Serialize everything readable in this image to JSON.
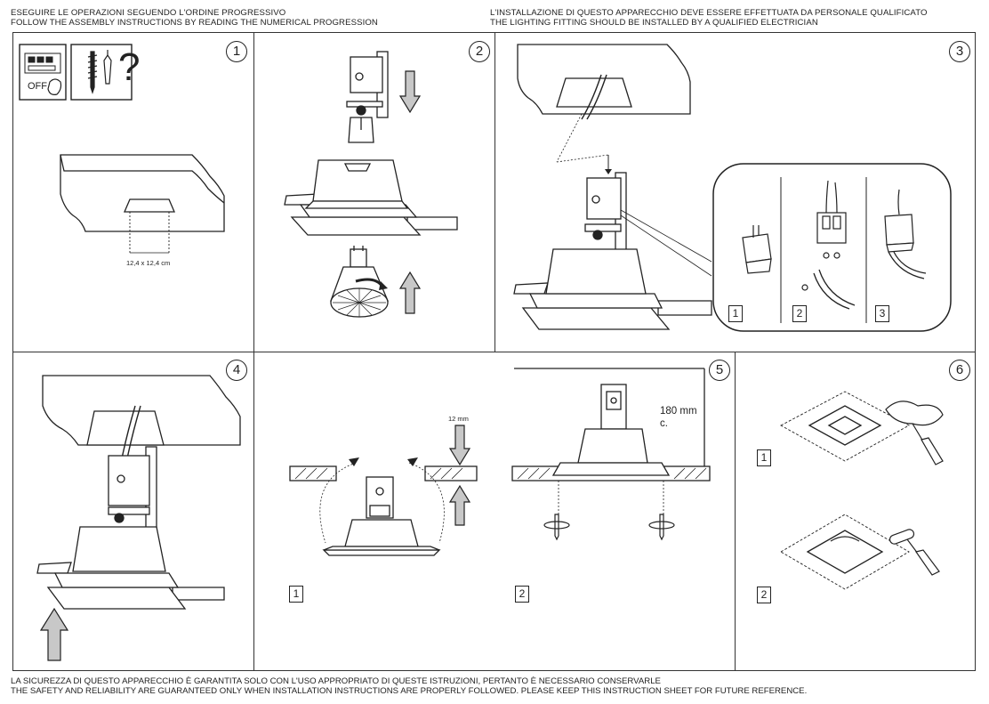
{
  "header": {
    "left_line1": "ESEGUIRE LE OPERAZIONI SEGUENDO L'ORDINE PROGRESSIVO",
    "left_line2": "FOLLOW THE ASSEMBLY INSTRUCTIONS BY READING THE NUMERICAL PROGRESSION",
    "right_line1": "L'INSTALLAZIONE DI QUESTO APPARECCHIO DEVE ESSERE EFFETTUATA DA PERSONALE QUALIFICATO",
    "right_line2": "THE LIGHTING FITTING SHOULD BE INSTALLED BY A QUALIFIED ELECTRICIAN"
  },
  "steps": [
    {
      "number": "1",
      "off_label": "OFF",
      "question_mark": "?",
      "cutout_dimension": "12,4 x 12,4 cm"
    },
    {
      "number": "2"
    },
    {
      "number": "3",
      "sub_steps": [
        "1",
        "2",
        "3"
      ]
    },
    {
      "number": "4"
    },
    {
      "number": "5",
      "sub_steps": [
        "1",
        "2"
      ],
      "thickness_label": "12 mm",
      "height_label_line1": "180 mm",
      "height_label_line2": "c."
    },
    {
      "number": "6",
      "sub_steps": [
        "1",
        "2"
      ]
    }
  ],
  "footer": {
    "line1": "LA SICUREZZA DI QUESTO APPARECCHIO È GARANTITA SOLO CON L'USO APPROPRIATO DI QUESTE ISTRUZIONI, PERTANTO È NECESSARIO CONSERVARLE",
    "line2": "THE SAFETY AND RELIABILITY ARE GUARANTEED ONLY WHEN INSTALLATION INSTRUCTIONS ARE PROPERLY FOLLOWED. PLEASE KEEP THIS INSTRUCTION SHEET FOR FUTURE REFERENCE."
  },
  "colors": {
    "line": "#222222",
    "arrow_fill": "#c8c8c8",
    "panel_border": "#333333"
  }
}
